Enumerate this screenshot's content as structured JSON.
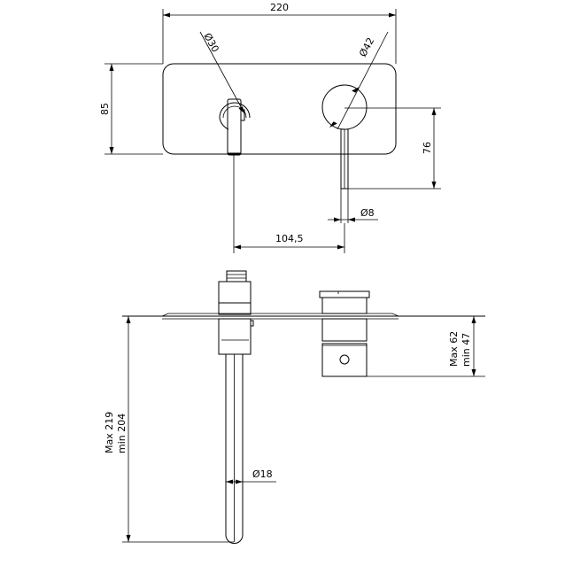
{
  "drawing": {
    "top_view": {
      "width_label": "220",
      "height_label": "85",
      "spout_dia_label": "Ø30",
      "handle_dia_label": "Ø42",
      "handle_height_label": "76",
      "lever_dia_label": "Ø8",
      "center_distance_label": "104,5"
    },
    "side_view": {
      "spout_length_max": "Max 219",
      "spout_length_min": "min 204",
      "spout_dia_label": "Ø18",
      "body_depth_max": "Max 62",
      "body_depth_min": "min 47"
    }
  }
}
